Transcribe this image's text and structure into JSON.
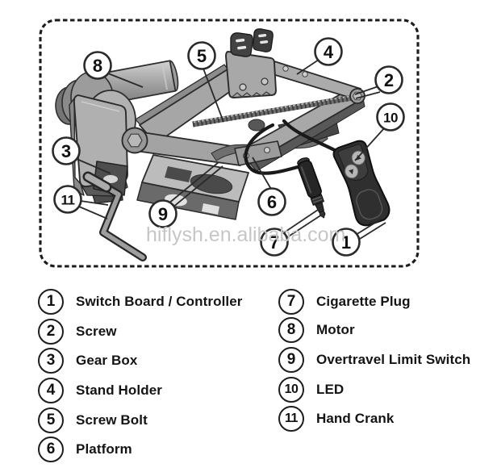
{
  "watermark": {
    "text": "hiflysh.en.alibaba.com",
    "color": "#c6c6c6"
  },
  "diagram": {
    "description": "Electric scissor car jack exploded-view diagram with numbered callouts",
    "callouts": [
      {
        "num": "1"
      },
      {
        "num": "2"
      },
      {
        "num": "3"
      },
      {
        "num": "4"
      },
      {
        "num": "5"
      },
      {
        "num": "6"
      },
      {
        "num": "7"
      },
      {
        "num": "8"
      },
      {
        "num": "9"
      },
      {
        "num": "10"
      },
      {
        "num": "11"
      }
    ]
  },
  "legend": {
    "left": [
      {
        "num": "1",
        "label": "Switch Board / Controller"
      },
      {
        "num": "2",
        "label": "Screw"
      },
      {
        "num": "3",
        "label": "Gear Box"
      },
      {
        "num": "4",
        "label": "Stand Holder"
      },
      {
        "num": "5",
        "label": "Screw Bolt"
      },
      {
        "num": "6",
        "label": "Platform"
      }
    ],
    "right": [
      {
        "num": "7",
        "label": "Cigarette Plug"
      },
      {
        "num": "8",
        "label": "Motor"
      },
      {
        "num": "9",
        "label": "Overtravel Limit Switch"
      },
      {
        "num": "10",
        "label": "LED"
      },
      {
        "num": "11",
        "label": "Hand Crank"
      }
    ]
  },
  "colors": {
    "outline": "#2b2b2b",
    "metal_light": "#c4c4c4",
    "metal_mid": "#a6a6a6",
    "metal_dark": "#6a6a6a",
    "plastic_dark": "#2d2d2d",
    "watermark_gray": "#c6c6c6"
  }
}
